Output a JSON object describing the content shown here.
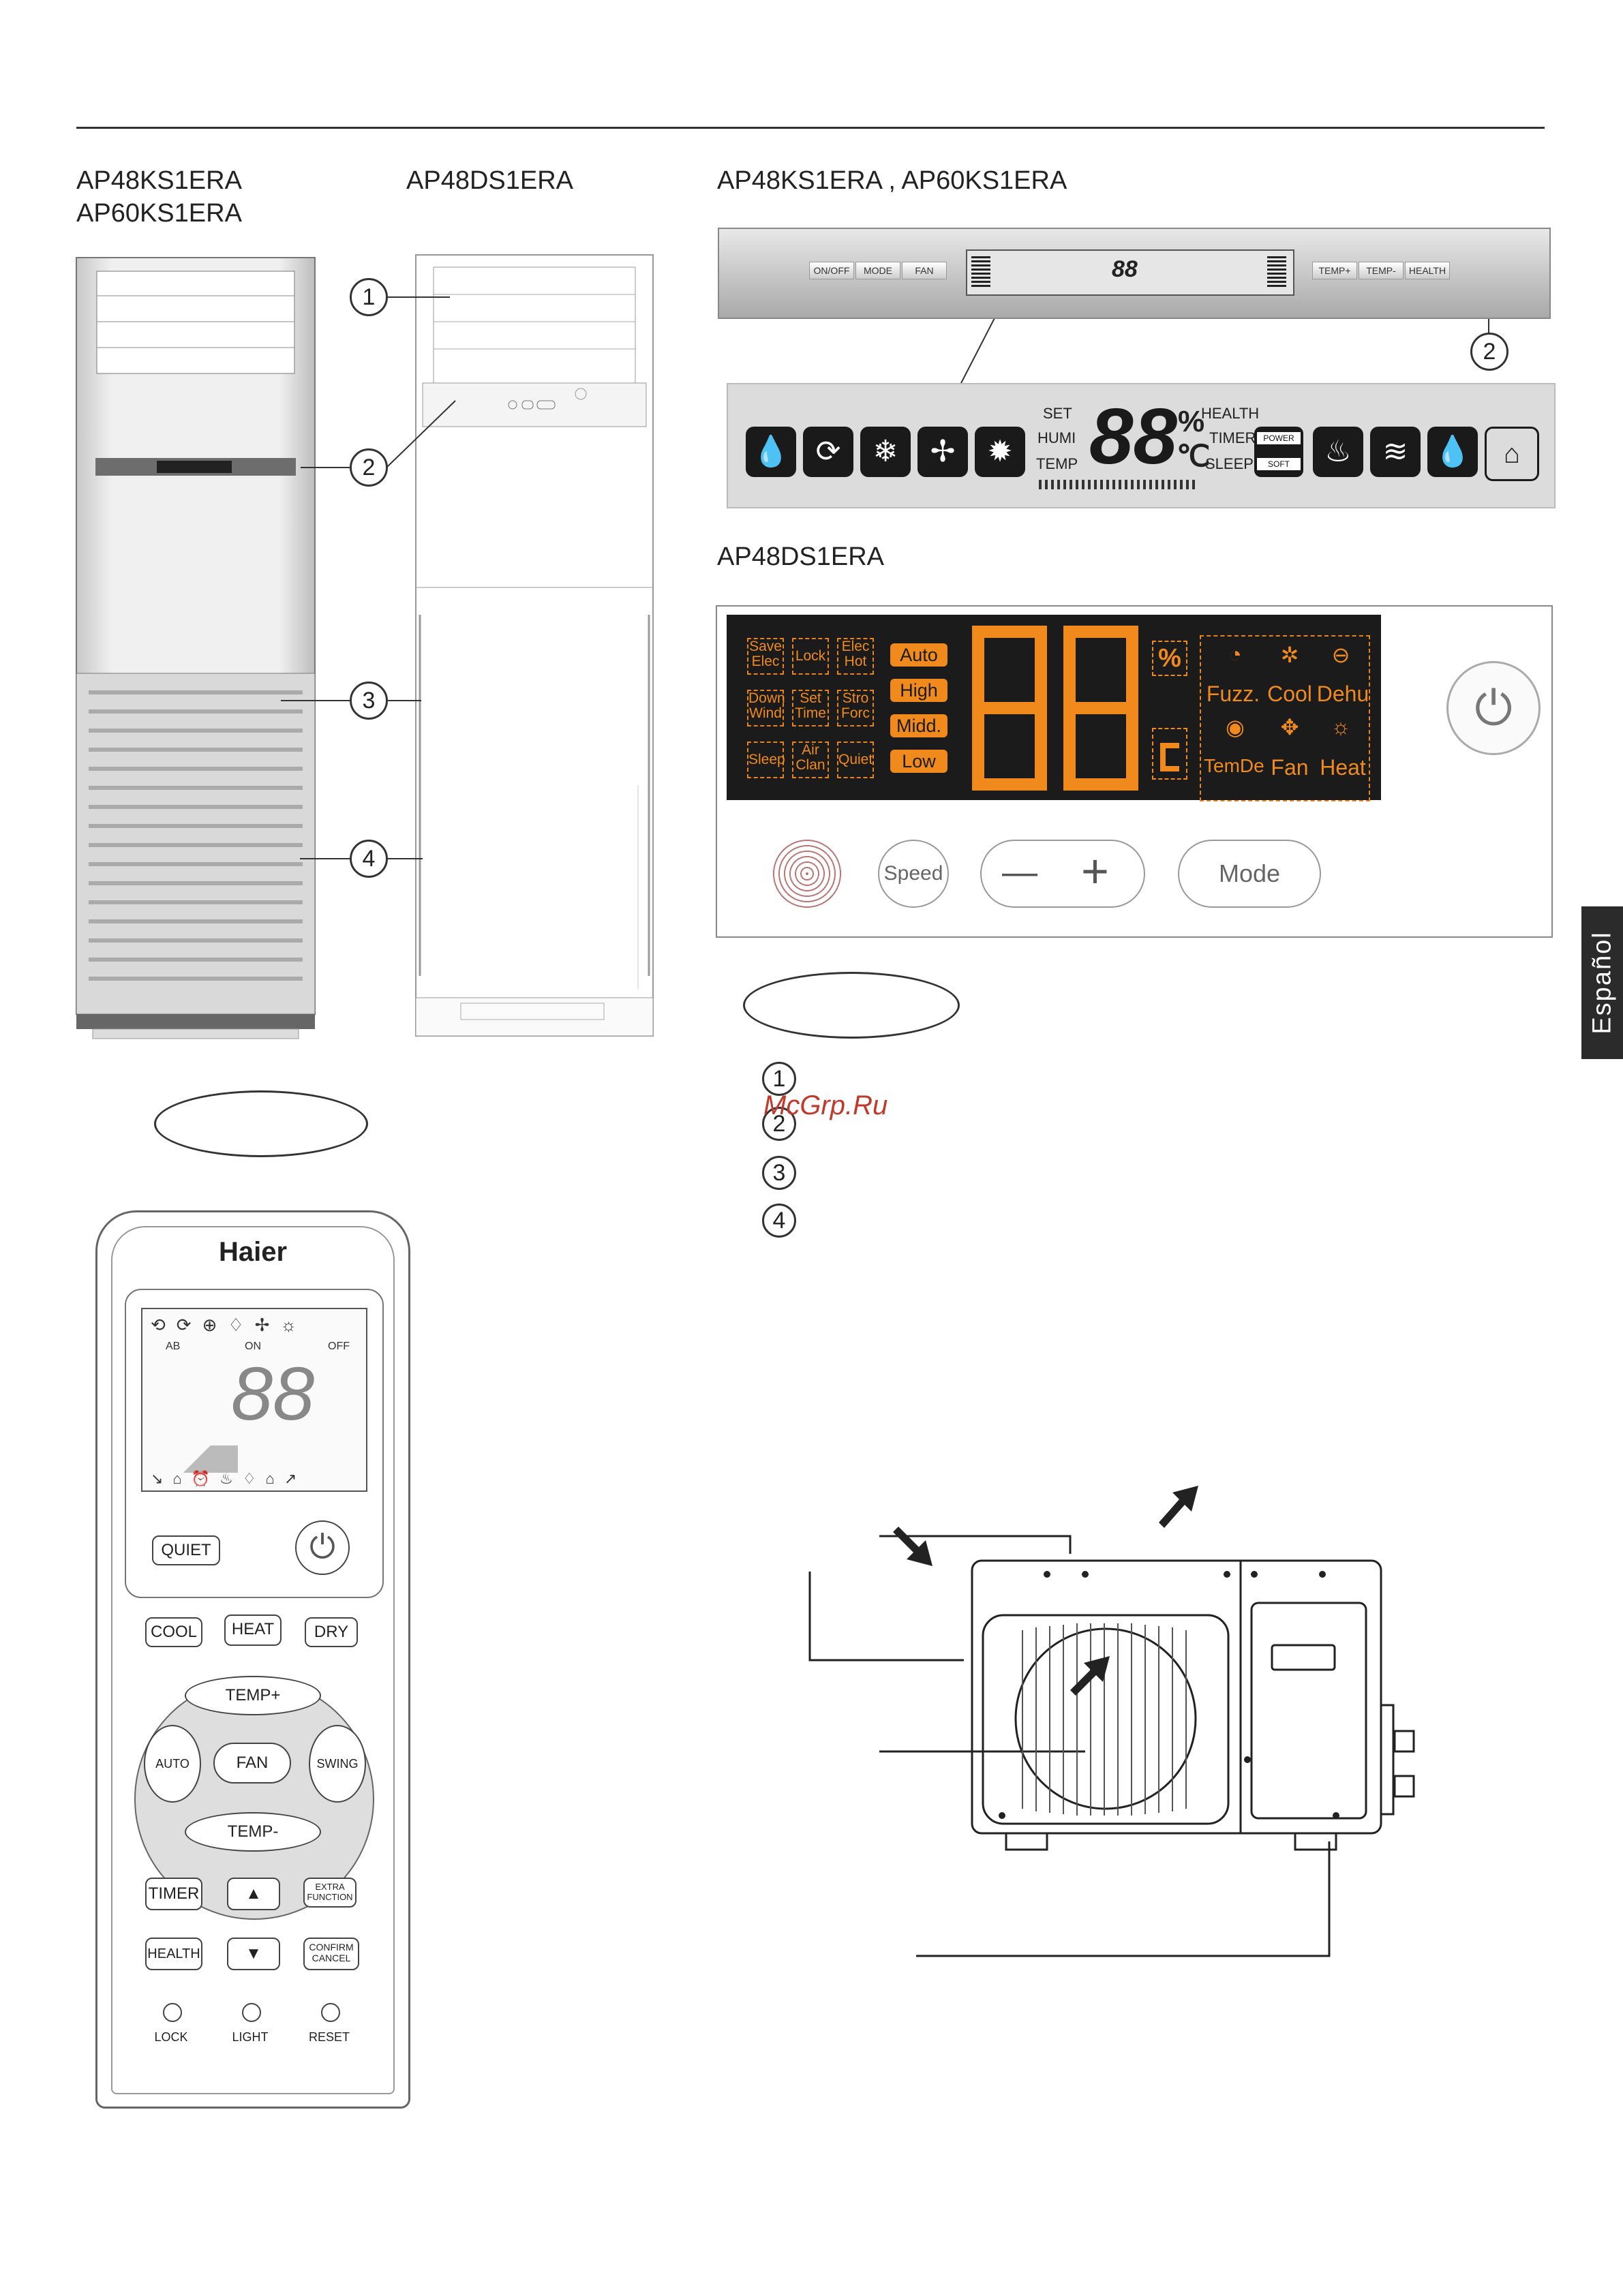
{
  "header": {
    "model_left_1": "AP48KS1ERA",
    "model_left_2": "AP60KS1ERA",
    "model_mid": "AP48DS1ERA",
    "model_right_ks": "AP48KS1ERA , AP60KS1ERA",
    "model_right_ds": "AP48DS1ERA"
  },
  "callouts": [
    "1",
    "2",
    "3",
    "4"
  ],
  "side_tab": "Español",
  "watermark": "McGrp.Ru",
  "ks_panel": {
    "buttons_left": [
      "ON/OFF",
      "MODE",
      "FAN"
    ],
    "buttons_right": [
      "TEMP+",
      "TEMP-",
      "HEALTH"
    ],
    "lcd_labels_left": [
      "SET",
      "HUMI",
      "TEMP"
    ],
    "digits": "88",
    "units": [
      "%",
      "℃"
    ],
    "lcd_labels_right": [
      "HEALTH",
      "TIMER",
      "SLEEP"
    ],
    "power_label": "POWER",
    "soft_label": "SOFT"
  },
  "ds_panel": {
    "tags_col1": [
      "Save Elec",
      "Down Wind",
      "Sleep"
    ],
    "tags_col2": [
      "Lock",
      "Set Time",
      "Air Clan"
    ],
    "tags_col3": [
      "Elec Hot",
      "Stro Forc",
      "Quiet"
    ],
    "fan_speeds": [
      "Auto",
      "High",
      "Midd.",
      "Low"
    ],
    "modes_top": [
      "Fuzz.",
      "Cool",
      "Dehu"
    ],
    "modes_bottom": [
      "TemDe",
      "Fan",
      "Heat"
    ],
    "buttons": {
      "speed": "Speed",
      "minus": "—",
      "plus": "+",
      "mode": "Mode"
    }
  },
  "remote": {
    "brand": "Haier",
    "lcd_labels": [
      "AB",
      "ON",
      "OFF"
    ],
    "quiet": "QUIET",
    "cool": "COOL",
    "heat": "HEAT",
    "dry": "DRY",
    "temp_plus": "TEMP+",
    "temp_minus": "TEMP-",
    "auto": "AUTO",
    "fan": "FAN",
    "swing": "SWING",
    "timer": "TIMER",
    "extra_function": "EXTRA FUNCTION",
    "health": "HEALTH",
    "confirm": "CONFIRM",
    "cancel": "CANCEL",
    "lock": "LOCK",
    "light": "LIGHT",
    "reset": "RESET"
  }
}
